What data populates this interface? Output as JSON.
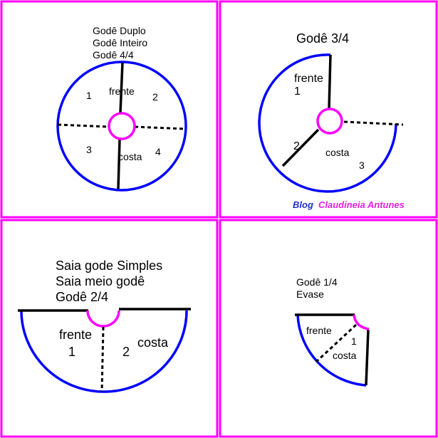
{
  "colors": {
    "frame": "#ff00ff",
    "outline": "#0000ff",
    "waist": "#ff00ff",
    "seam": "#000000",
    "brand_blog": "#1a33cc",
    "brand_name": "#e020e0"
  },
  "panel_tl": {
    "title_line1": "Godê Duplo",
    "title_line2": "Godê Inteiro",
    "title_line3": "Godê 4/4",
    "q1": "1",
    "q2": "2",
    "q3": "3",
    "q4": "4",
    "front": "frente",
    "back": "costa"
  },
  "panel_tr": {
    "title": "Godê 3/4",
    "front": "frente",
    "front_num": "1",
    "piece2": "2",
    "back": "costa",
    "back_num": "3"
  },
  "brand": {
    "blog": "Blog",
    "name": "Claudineia Antunes"
  },
  "panel_bl": {
    "title_line1": "Saia gode Simples",
    "title_line2": "Saia meio godê",
    "title_line3": "Godê 2/4",
    "front": "frente",
    "front_num": "1",
    "back_num": "2",
    "back": "costa"
  },
  "panel_br": {
    "title_line1": "Godê 1/4",
    "title_line2": "Evase",
    "front": "frente",
    "num": "1",
    "back": "costa"
  }
}
